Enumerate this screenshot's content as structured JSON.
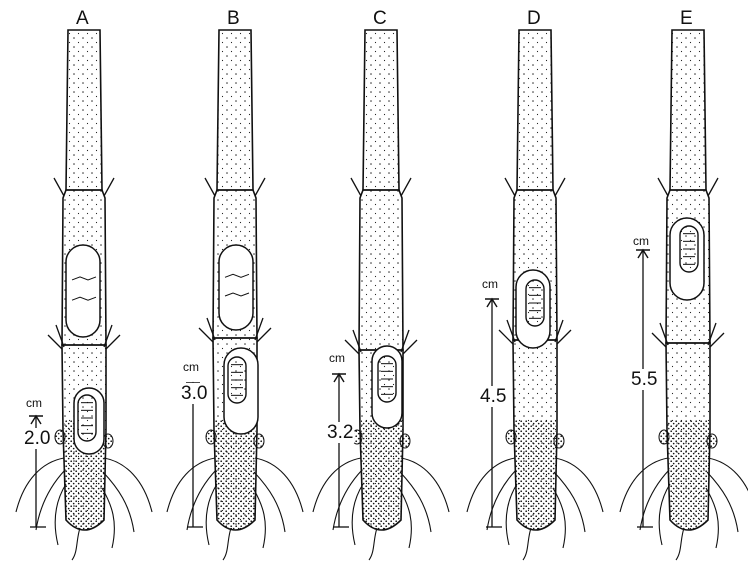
{
  "figure": {
    "unit": "cm",
    "panels": [
      {
        "id": "A",
        "label": "A",
        "measurement": "2.0"
      },
      {
        "id": "B",
        "label": "B",
        "measurement": "3.0"
      },
      {
        "id": "C",
        "label": "C",
        "measurement": "3.2"
      },
      {
        "id": "D",
        "label": "D",
        "measurement": "4.5"
      },
      {
        "id": "E",
        "label": "E",
        "measurement": "5.5"
      }
    ]
  }
}
